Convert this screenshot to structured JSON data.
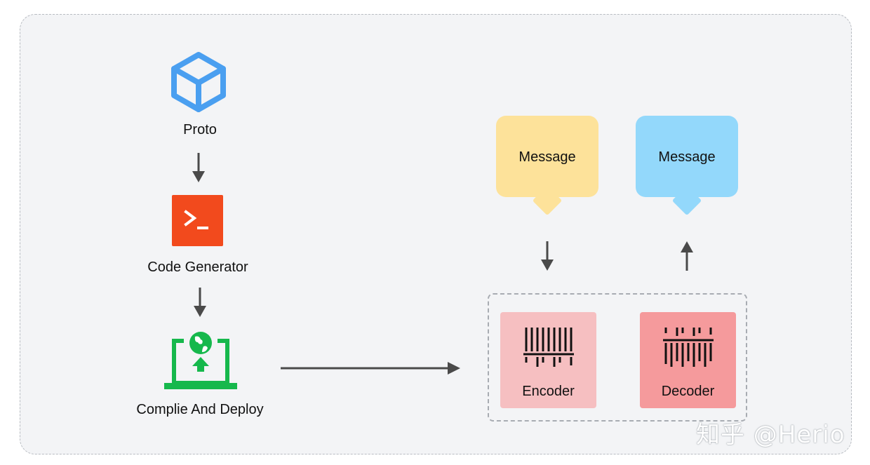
{
  "nodes": {
    "proto": {
      "label": "Proto"
    },
    "code_generator": {
      "label": "Code Generator"
    },
    "compile_deploy": {
      "label": "Complie And Deploy"
    },
    "message_in": {
      "label": "Message"
    },
    "message_out": {
      "label": "Message"
    },
    "encoder": {
      "label": "Encoder"
    },
    "decoder": {
      "label": "Decoder"
    }
  },
  "colors": {
    "proto_icon": "#4a9ff0",
    "terminal_bg": "#f24a1d",
    "deploy_icon": "#16b84c",
    "message_in_bg": "#fde29a",
    "message_out_bg": "#93d8fb",
    "encoder_bg": "#f6bfc1",
    "decoder_bg": "#f59a9c",
    "arrow": "#4a4a4a"
  },
  "watermark": "知乎 @Herio"
}
